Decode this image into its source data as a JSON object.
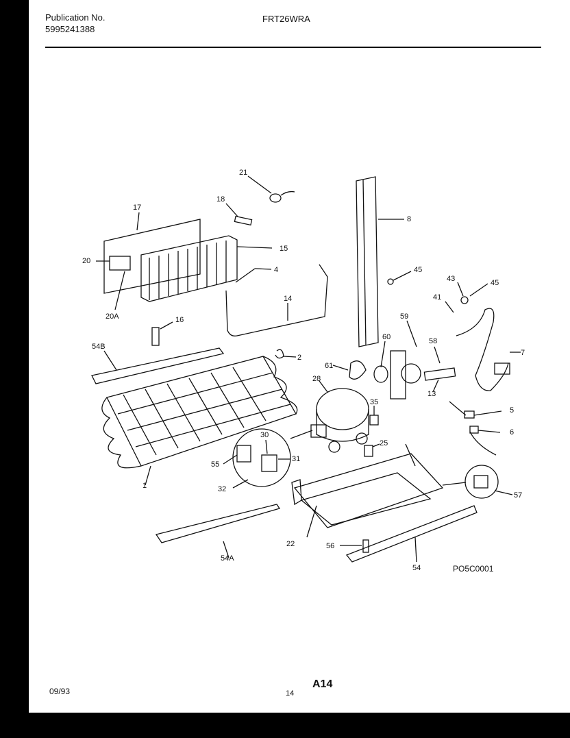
{
  "header": {
    "publication_label": "Publication No.",
    "publication_number": "5995241388",
    "model": "FRT26WRA"
  },
  "footer": {
    "date": "09/93",
    "page_small": "14",
    "page_code": "A14",
    "drawing_code": "PO5C0001"
  },
  "callouts": {
    "c21": "21",
    "c18": "18",
    "c17": "17",
    "c8": "8",
    "c15": "15",
    "c20": "20",
    "c4": "4",
    "c45a": "45",
    "c43": "43",
    "c45b": "45",
    "c14": "14",
    "c41": "41",
    "c20A": "20A",
    "c16": "16",
    "c59": "59",
    "c60": "60",
    "c58": "58",
    "c7": "7",
    "c54B": "54B",
    "c2": "2",
    "c61": "61",
    "c28": "28",
    "c13": "13",
    "c35": "35",
    "c5": "5",
    "c6": "6",
    "c30": "30",
    "c25": "25",
    "c55": "55",
    "c31": "31",
    "c1": "1",
    "c32": "32",
    "c57": "57",
    "c22": "22",
    "c56": "56",
    "c54A": "54A",
    "c54": "54"
  }
}
